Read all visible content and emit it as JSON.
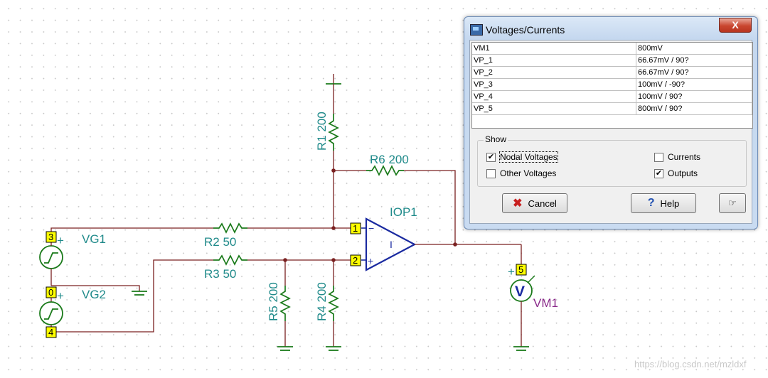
{
  "dialog": {
    "title": "Voltages/Currents",
    "close_glyph": "X",
    "rows": [
      {
        "name": "VM1",
        "value": "800mV"
      },
      {
        "name": "VP_1",
        "value": "66.67mV / 90?"
      },
      {
        "name": "VP_2",
        "value": "66.67mV / 90?"
      },
      {
        "name": "VP_3",
        "value": "100mV / -90?"
      },
      {
        "name": "VP_4",
        "value": "100mV / 90?"
      },
      {
        "name": "VP_5",
        "value": "800mV / 90?"
      }
    ],
    "show_group": "Show",
    "options": {
      "nodal_voltages": {
        "label": "Nodal Voltages",
        "checked": true
      },
      "currents": {
        "label": "Currents",
        "checked": false
      },
      "other_voltages": {
        "label": "Other Voltages",
        "checked": false
      },
      "outputs": {
        "label": "Outputs",
        "checked": true
      }
    },
    "buttons": {
      "cancel": "Cancel",
      "help": "Help"
    }
  },
  "schematic": {
    "labels": {
      "r1": "R1 200",
      "r6": "R6 200",
      "r2": "R2 50",
      "r3": "R3 50",
      "r5": "R5 200",
      "r4": "R4 200",
      "iop1": "IOP1",
      "vg1": "VG1",
      "vg2": "VG2",
      "vm1": "VM1",
      "opamp_inner": "I",
      "minus": "−",
      "plus": "+",
      "meter": "V"
    },
    "nodes": {
      "n1": "1",
      "n2": "2",
      "n3": "3",
      "n0": "0",
      "n4": "4",
      "n5": "5"
    },
    "colors": {
      "wire": "#7a2020",
      "component": "#1a7a1a",
      "opamp": "#1a2aa0",
      "node_box": "#ffff00"
    }
  },
  "watermark": "https://blog.csdn.net/mzldxf"
}
